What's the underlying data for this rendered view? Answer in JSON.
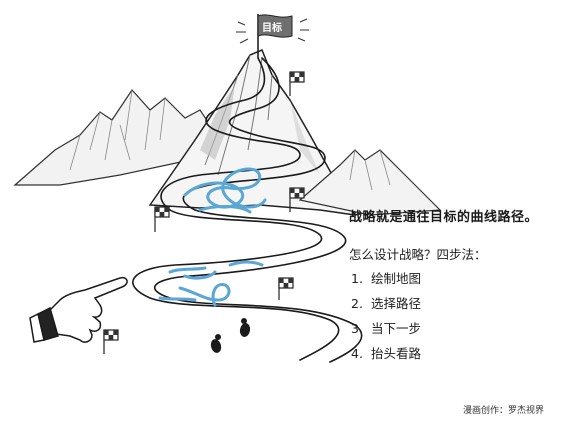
{
  "illustration": {
    "goal_flag_text": "目标"
  },
  "text": {
    "headline": "战略就是通往目标的曲线路径。",
    "subhead": "怎么设计战略？四步法：",
    "steps": [
      {
        "num": "1.",
        "label": "绘制地图"
      },
      {
        "num": "2.",
        "label": "选择路径"
      },
      {
        "num": "3.",
        "label": "当下一步"
      },
      {
        "num": "4.",
        "label": "抬头看路"
      }
    ],
    "credit": "漫画创作：罗杰视界"
  },
  "colors": {
    "ink": "#1a1a1a",
    "accent_blue": "#5aa7d6",
    "mountain_shade": "#9a9a9a"
  }
}
